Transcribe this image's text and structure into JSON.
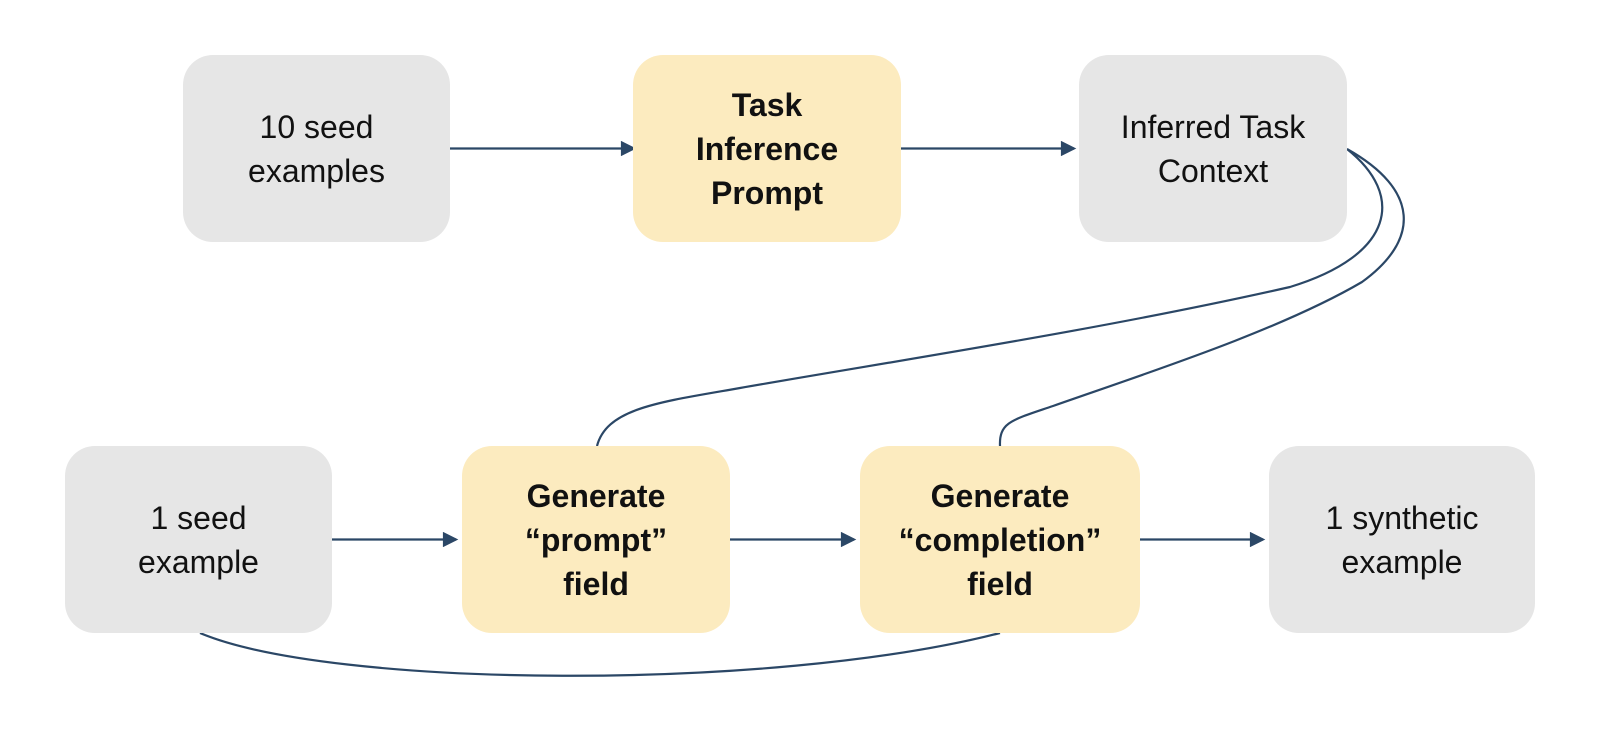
{
  "diagram": {
    "colors": {
      "background_color": "#ffffff",
      "node_default_fill": "#e6e6e6",
      "node_prompt_fill": "#fcebbf",
      "connector_color": "#2b4766",
      "text_color": "#111111"
    },
    "nodes": [
      {
        "id": "10-seed-examples",
        "label": "10 seed\nexamples",
        "kind": "data"
      },
      {
        "id": "task-inference-prompt",
        "label": "Task\nInference\nPrompt",
        "kind": "operation"
      },
      {
        "id": "inferred-task-context",
        "label": "Inferred Task\nContext",
        "kind": "data"
      },
      {
        "id": "1-seed-example",
        "label": "1 seed\nexample",
        "kind": "data"
      },
      {
        "id": "generate-prompt-field",
        "label": "Generate\n“prompt”\nfield",
        "kind": "operation"
      },
      {
        "id": "generate-completion-field",
        "label": "Generate\n“completion”\nfield",
        "kind": "operation"
      },
      {
        "id": "1-synthetic-example",
        "label": "1 synthetic\nexample",
        "kind": "data"
      }
    ],
    "edges": [
      {
        "from": "10-seed-examples",
        "to": "task-inference-prompt",
        "style": "arrow"
      },
      {
        "from": "task-inference-prompt",
        "to": "inferred-task-context",
        "style": "arrow"
      },
      {
        "from": "inferred-task-context",
        "to": "generate-prompt-field",
        "style": "curve"
      },
      {
        "from": "inferred-task-context",
        "to": "generate-completion-field",
        "style": "curve"
      },
      {
        "from": "1-seed-example",
        "to": "generate-prompt-field",
        "style": "arrow"
      },
      {
        "from": "generate-prompt-field",
        "to": "generate-completion-field",
        "style": "arrow"
      },
      {
        "from": "generate-completion-field",
        "to": "1-synthetic-example",
        "style": "arrow"
      },
      {
        "from": "1-seed-example",
        "to": "generate-completion-field",
        "style": "curve"
      }
    ]
  }
}
